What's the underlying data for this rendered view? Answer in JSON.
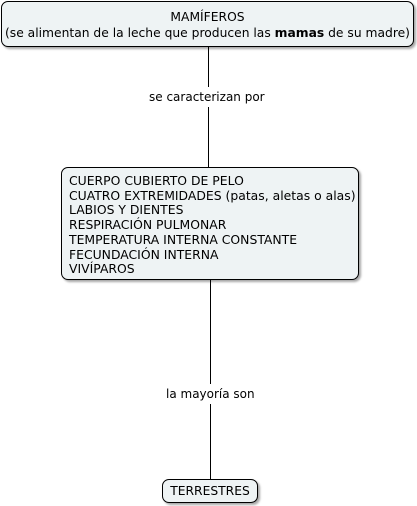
{
  "nodes": {
    "top": {
      "title": "MAMÍFEROS",
      "subtitle_before": "(se alimentan de la leche que producen las ",
      "subtitle_bold": "mamas",
      "subtitle_after": " de su madre)"
    },
    "middle": {
      "items": [
        "CUERPO CUBIERTO DE PELO",
        "CUATRO EXTREMIDADES (patas, aletas o alas)",
        "LABIOS Y DIENTES",
        "RESPIRACIÓN PULMONAR",
        "TEMPERATURA INTERNA CONSTANTE",
        "FECUNDACIÓN INTERNA",
        "VIVÍPAROS"
      ]
    },
    "bottom": {
      "label": "TERRESTRES"
    }
  },
  "links": {
    "first": "se caracterizan por",
    "second": "la mayoría son"
  }
}
